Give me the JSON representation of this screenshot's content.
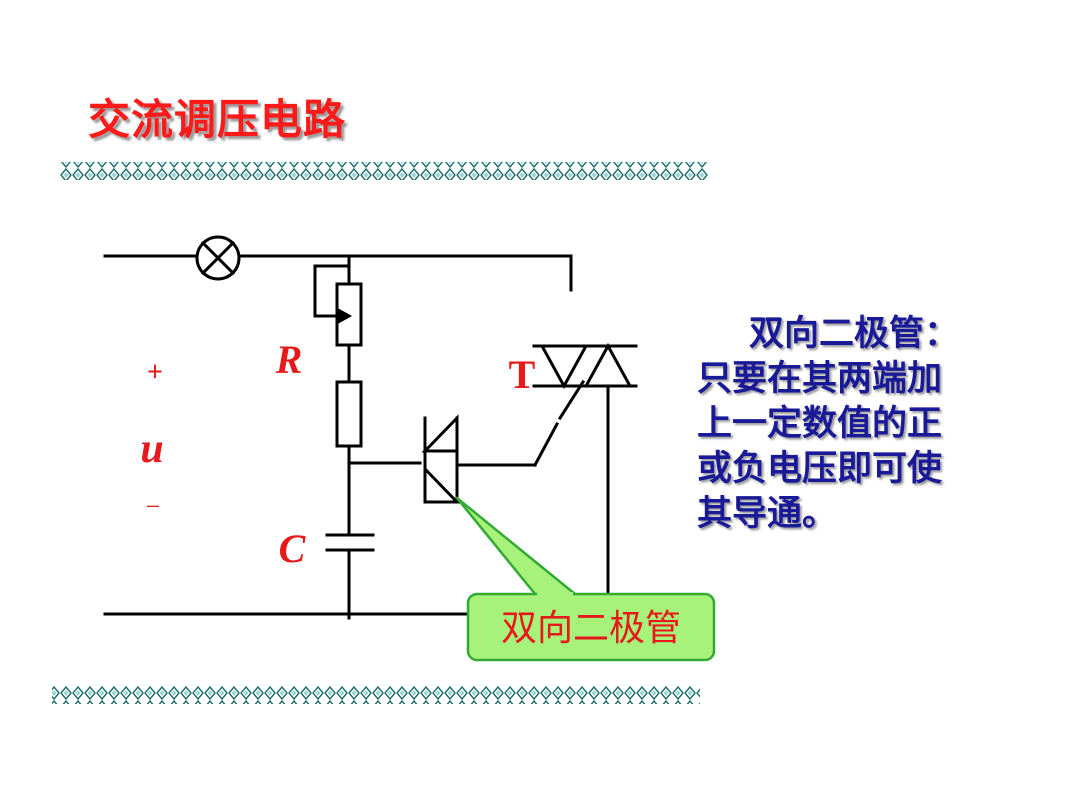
{
  "title": "交流调压电路",
  "labels": {
    "plus": "+",
    "u": "u",
    "minus": "−",
    "R": "R",
    "C": "C",
    "T": "T"
  },
  "callout": "双向二极管",
  "description": {
    "first_line": "双向二极管：",
    "lines": [
      "只要在其两端加",
      "上一定数值的正",
      "或负电压即可使",
      "其导通。"
    ]
  },
  "colors": {
    "title": "#ff1a1a",
    "description": "#1a1a99",
    "callout_fill": "#a6f27a",
    "callout_border": "#33aa33",
    "label_red": "#e61a1a"
  }
}
